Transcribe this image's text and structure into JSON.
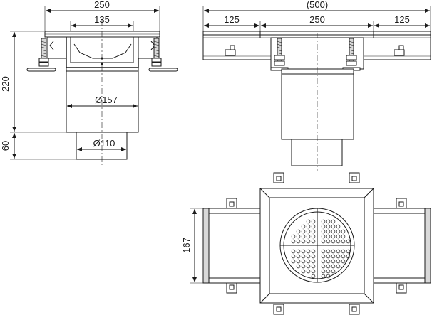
{
  "drawing": {
    "side_view": {
      "width_label": "250",
      "frame_label": "135",
      "height_label": "220",
      "lower_height_label": "60",
      "body_diameter_label": "Ø157",
      "outlet_diameter_label": "Ø110"
    },
    "front_view": {
      "total_label": "(500)",
      "left_label": "125",
      "center_label": "250",
      "right_label": "125"
    },
    "plan_view": {
      "depth_label": "167"
    }
  }
}
